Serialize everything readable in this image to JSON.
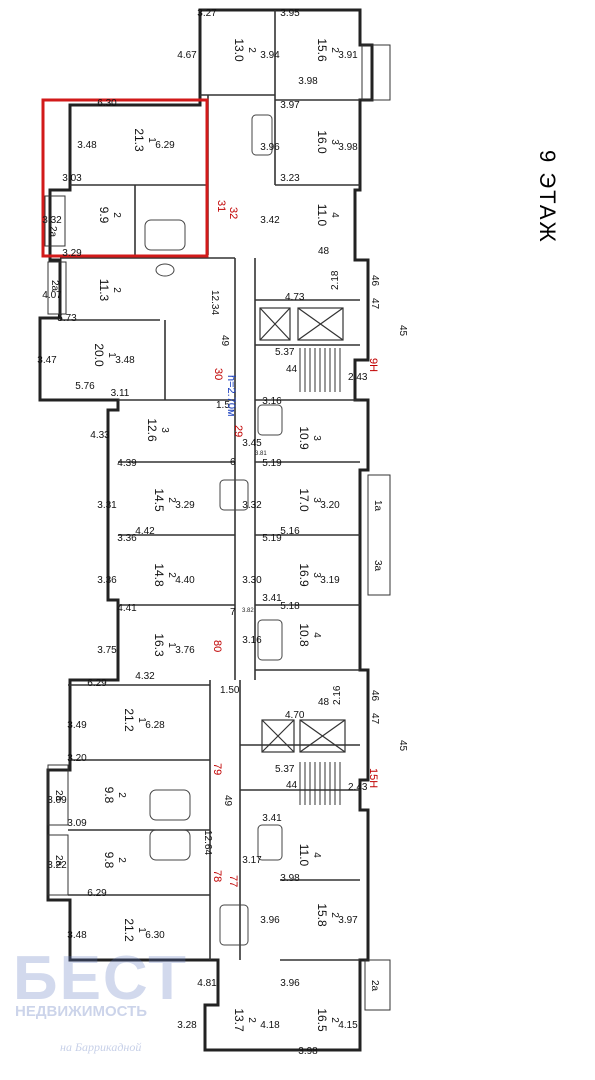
{
  "floor_label": "9 ЭТАЖ",
  "watermark": {
    "brand": "БЕСТ",
    "line2": "НЕДВИЖИМОСТЬ",
    "line3": "на Баррикадной"
  },
  "markers": {
    "red": [
      "32",
      "31",
      "30",
      "29",
      "80",
      "79",
      "78",
      "77",
      "9Н",
      "15Н"
    ],
    "blue": "h=2.70м"
  },
  "rooms": [
    {
      "id": "top-1",
      "num": "2",
      "area": "13.0",
      "dims": [
        "3.27",
        "4.67"
      ]
    },
    {
      "id": "top-2",
      "num": "2",
      "area": "15.6",
      "dims": [
        "3.95",
        "3.94",
        "3.91",
        "3.98"
      ]
    },
    {
      "id": "top-3",
      "num": "3",
      "area": "16.0",
      "dims": [
        "3.97",
        "3.96",
        "3.98"
      ]
    },
    {
      "id": "top-4",
      "num": "4",
      "area": "11.0",
      "dims": [
        "3.23",
        "3.42"
      ]
    },
    {
      "id": "hl-1",
      "num": "1",
      "area": "21.3",
      "dims": [
        "6.30",
        "3.48",
        "6.29"
      ]
    },
    {
      "id": "hl-2",
      "num": "2",
      "area": "9.9",
      "dims": [
        "3.03",
        "3.32"
      ]
    },
    {
      "id": "r-3",
      "num": "2",
      "area": "11.3",
      "dims": [
        "3.29",
        "4.07"
      ]
    },
    {
      "id": "r-4",
      "num": "1",
      "area": "20.0",
      "dims": [
        "5.73",
        "3.47",
        "3.48",
        "5.76"
      ]
    },
    {
      "id": "r-5",
      "num": "3",
      "area": "12.6",
      "dims": [
        "3.11",
        "4.33"
      ]
    },
    {
      "id": "r-6",
      "num": "3",
      "area": "10.9",
      "dims": [
        "3.16",
        "3.45"
      ]
    },
    {
      "id": "r-7",
      "num": "2",
      "area": "14.5",
      "dims": [
        "4.39",
        "3.31",
        "3.29",
        "4.42"
      ]
    },
    {
      "id": "r-8",
      "num": "3",
      "area": "17.0",
      "dims": [
        "5.19",
        "3.32",
        "3.20",
        "5.16"
      ]
    },
    {
      "id": "r-9",
      "num": "2",
      "area": "14.8",
      "dims": [
        "3.36",
        "3.36",
        "4.40"
      ]
    },
    {
      "id": "r-10",
      "num": "3",
      "area": "16.9",
      "dims": [
        "5.19",
        "3.30",
        "3.19",
        "5.18"
      ]
    },
    {
      "id": "r-11",
      "num": "1",
      "area": "16.3",
      "dims": [
        "4.41",
        "3.75",
        "3.76",
        "4.32"
      ]
    },
    {
      "id": "r-12",
      "num": "4",
      "area": "10.8",
      "dims": [
        "3.41",
        "3.16"
      ]
    },
    {
      "id": "r-13",
      "num": "1",
      "area": "21.2",
      "dims": [
        "6.29",
        "3.49",
        "6.28"
      ]
    },
    {
      "id": "r-14",
      "num": "2",
      "area": "9.8",
      "dims": [
        "3.20",
        "3.09"
      ]
    },
    {
      "id": "r-15",
      "num": "2",
      "area": "9.8",
      "dims": [
        "3.09",
        "3.22"
      ]
    },
    {
      "id": "r-16",
      "num": "4",
      "area": "11.0",
      "dims": [
        "3.41",
        "3.17"
      ]
    },
    {
      "id": "r-17",
      "num": "1",
      "area": "21.2",
      "dims": [
        "6.29",
        "3.48",
        "6.30"
      ]
    },
    {
      "id": "r-18",
      "num": "2",
      "area": "15.8",
      "dims": [
        "3.98",
        "3.96",
        "3.97"
      ]
    },
    {
      "id": "r-19",
      "num": "2",
      "area": "13.7",
      "dims": [
        "4.81",
        "3.28"
      ]
    },
    {
      "id": "r-20",
      "num": "2",
      "area": "16.5",
      "dims": [
        "3.96",
        "4.18",
        "4.15",
        "3.98"
      ]
    }
  ],
  "corridor": {
    "a": "12.34",
    "b": "49",
    "c": "1.50",
    "d": "49",
    "e": "12.64",
    "f": "7",
    "g": "6",
    "h": "1.5"
  },
  "service": {
    "stair_upper": "44",
    "stair_lower": "44",
    "lift_hall": "48",
    "lift_hall2": "48",
    "w1": "4.73",
    "w2": "4.70",
    "a1": "45",
    "a2": "45",
    "sm": "46",
    "sm2": "47",
    "sm3": "46",
    "sm4": "47",
    "s537": "5.37",
    "s537b": "5.37",
    "s243": "2.43",
    "s243b": "2.43",
    "s218": "2.18",
    "s216": "2.16"
  },
  "balconies": [
    "2a",
    "2a",
    "2a",
    "2a",
    "2a",
    "1a",
    "3a"
  ],
  "extra": {
    "d381": "3.81",
    "d382": "3.82",
    "d309": "3.09"
  }
}
